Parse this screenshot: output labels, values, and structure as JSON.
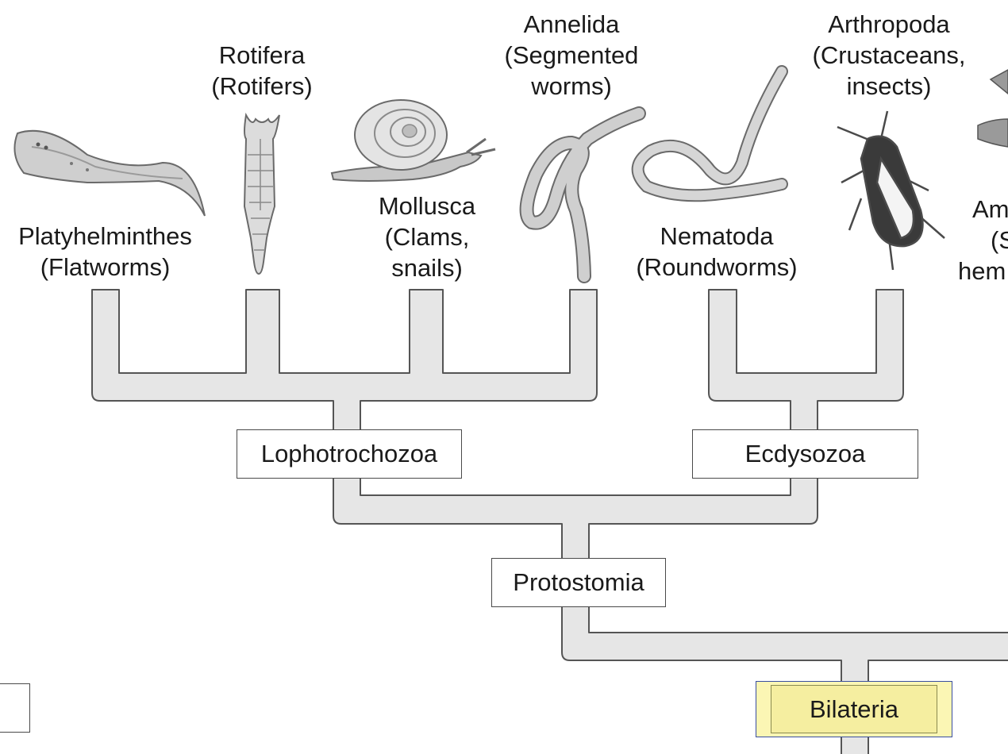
{
  "taxa": {
    "platyhelminthes": {
      "name": "Platyhelminthes",
      "common": "(Flatworms)"
    },
    "rotifera": {
      "name": "Rotifera",
      "common": "(Rotifers)"
    },
    "mollusca": {
      "name": "Mollusca",
      "common1": "(Clams,",
      "common2": "snails)"
    },
    "annelida": {
      "name": "Annelida",
      "common1": "(Segmented",
      "common2": "worms)"
    },
    "nematoda": {
      "name": "Nematoda",
      "common": "(Roundworms)"
    },
    "arthropoda": {
      "name": "Arthropoda",
      "common1": "(Crustaceans,",
      "common2": "insects)"
    },
    "cutoff": {
      "line1": "Am",
      "line2": "(S",
      "line3": "hem"
    }
  },
  "clades": {
    "lophotrochozoa": "Lophotrochozoa",
    "ecdysozoa": "Ecdysozoa",
    "protostomia": "Protostomia",
    "bilateria": "Bilateria"
  },
  "colors": {
    "branch_fill": "#e6e6e6",
    "branch_stroke": "#555555",
    "highlight_fill": "#fbf6b4",
    "highlight_border": "#3a4fa0"
  },
  "icons": [
    "flatworm-icon",
    "rotifer-icon",
    "snail-icon",
    "earthworm-icon",
    "roundworm-icon",
    "insect-icon"
  ]
}
